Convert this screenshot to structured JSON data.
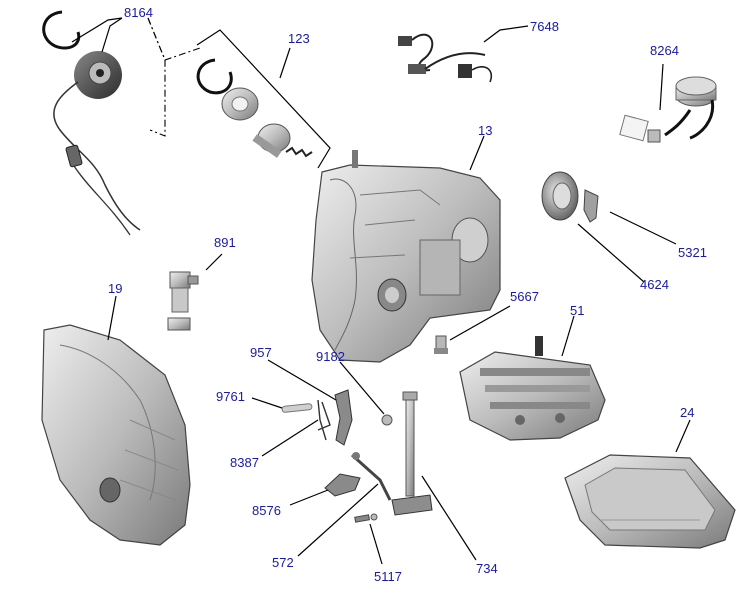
{
  "diagram": {
    "callouts": {
      "c8164": "8164",
      "c123": "123",
      "c7648": "7648",
      "c8264": "8264",
      "c13": "13",
      "c5321": "5321",
      "c4624": "4624",
      "c891": "891",
      "c19": "19",
      "c5667": "5667",
      "c51": "51",
      "c957": "957",
      "c9182": "9182",
      "c9761": "9761",
      "c8387": "8387",
      "c24": "24",
      "c8576": "8576",
      "c572": "572",
      "c734": "734",
      "c5117": "5117"
    },
    "colors": {
      "callout_text": "#1a1aa8",
      "metal_light": "#d8d8d8",
      "metal_mid": "#a8a8a8",
      "metal_dark": "#555555"
    }
  }
}
